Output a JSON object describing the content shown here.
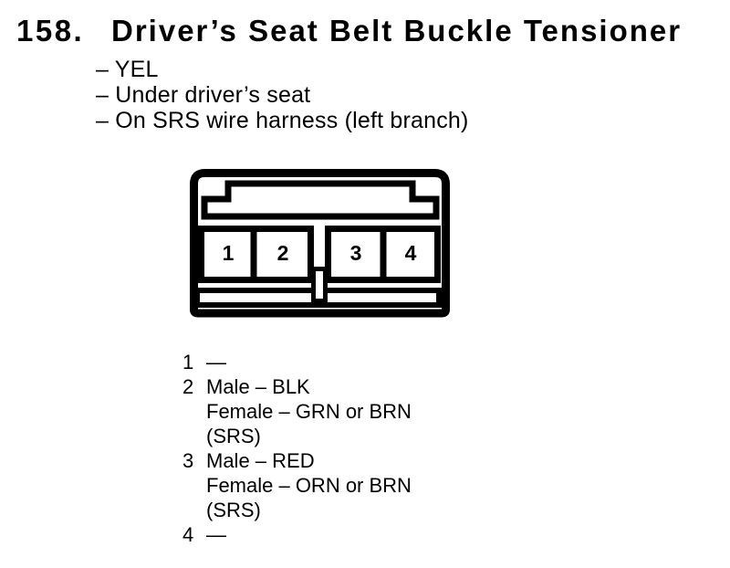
{
  "page": {
    "number_label": "158.",
    "title": "Driver’s Seat Belt Buckle Tensioner",
    "notes": [
      "– YEL",
      "– Under driver’s seat",
      "– On SRS wire harness (left branch)"
    ]
  },
  "connector": {
    "pins": [
      "1",
      "2",
      "3",
      "4"
    ]
  },
  "pin_list": {
    "rows": [
      {
        "pin": "1",
        "lines": [
          "—"
        ]
      },
      {
        "pin": "2",
        "lines": [
          "Male – BLK",
          "Female – GRN or BRN",
          "(SRS)"
        ]
      },
      {
        "pin": "3",
        "lines": [
          "Male – RED",
          "Female – ORN or BRN",
          "(SRS)"
        ]
      },
      {
        "pin": "4",
        "lines": [
          "—"
        ]
      }
    ]
  },
  "colors": {
    "ink": "#000000",
    "paper": "#ffffff"
  }
}
